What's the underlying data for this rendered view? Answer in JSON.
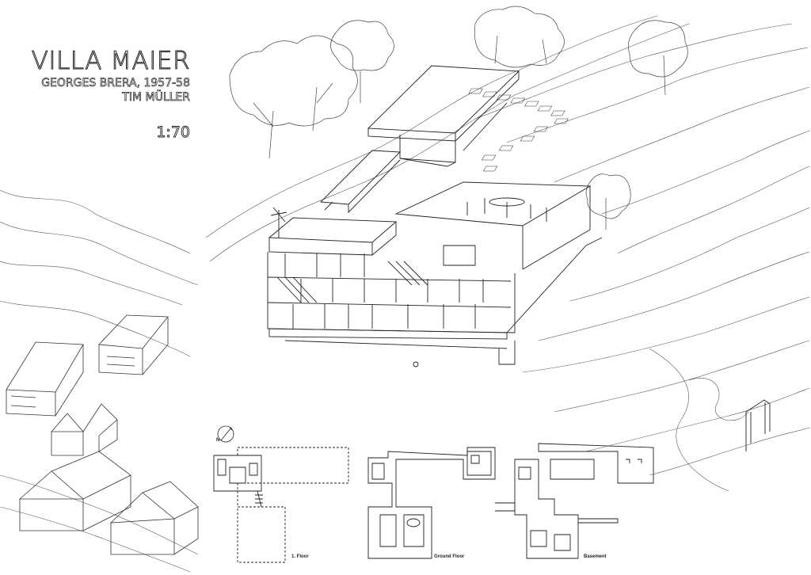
{
  "sheet": {
    "title": "VILLA MAIER",
    "architect": "GEORGES BRERA, 1957-58",
    "author": "TIM MÜLLER",
    "scale": "1:70"
  },
  "plans": [
    {
      "label": "1. Floor"
    },
    {
      "label": "Ground Floor"
    },
    {
      "label": "Basement"
    }
  ],
  "north_arrow": {
    "label": "N"
  }
}
